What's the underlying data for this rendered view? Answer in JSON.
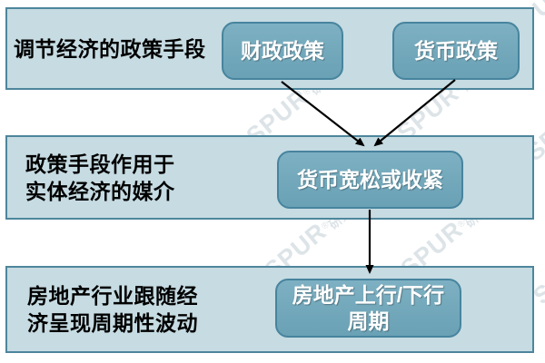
{
  "diagram_title": "",
  "bands": [
    {
      "name": "policy-tools",
      "lines": [
        "调节经济的政策手段"
      ]
    },
    {
      "name": "transmission",
      "lines": [
        "政策手段作用于",
        "实体经济的媒介"
      ]
    },
    {
      "name": "property-cycle",
      "lines": [
        "房地产行业跟随经",
        "济呈现周期性波动"
      ]
    }
  ],
  "nodes": [
    {
      "id": "fiscal-policy",
      "lines": [
        "财政政策"
      ]
    },
    {
      "id": "monetary-policy",
      "lines": [
        "货币政策"
      ]
    },
    {
      "id": "monetary-easing-tightening",
      "lines": [
        "货币宽松或收紧"
      ]
    },
    {
      "id": "property-up-down-cycle",
      "lines": [
        "房地产上行/下行",
        "周期"
      ]
    }
  ],
  "arrows": [
    {
      "from": "fiscal-policy",
      "to": "monetary-easing-tightening"
    },
    {
      "from": "monetary-policy",
      "to": "monetary-easing-tightening"
    },
    {
      "from": "monetary-easing-tightening",
      "to": "property-up-down-cycle"
    }
  ],
  "watermark": {
    "brand": "SPUR",
    "reg": "®",
    "sub": "研究"
  },
  "colors": {
    "band_fill": "#c6dbe2",
    "band_border": "#4d869c",
    "node_fill": "#72a8bc",
    "node_border": "#47849e",
    "node_text": "#ffffff",
    "label_text": "#000000",
    "arrow": "#000000",
    "watermark": "#dde4e8",
    "background": "#ffffff"
  }
}
